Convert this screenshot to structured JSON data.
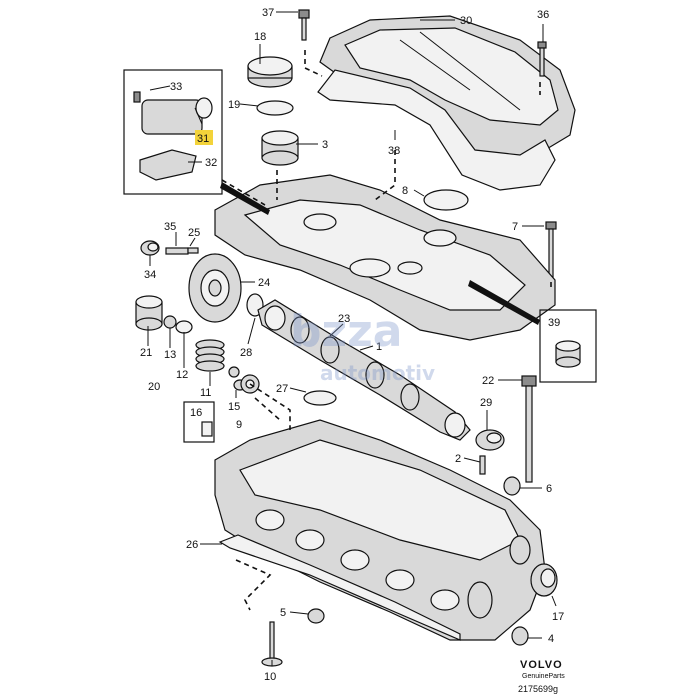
{
  "callouts": [
    "37",
    "30",
    "36",
    "18",
    "33",
    "19",
    "31",
    "3",
    "32",
    "38",
    "8",
    "7",
    "35",
    "25",
    "24",
    "34",
    "39",
    "23",
    "1",
    "21",
    "13",
    "28",
    "22",
    "12",
    "20",
    "11",
    "27",
    "15",
    "16",
    "9",
    "29",
    "2",
    "6",
    "26",
    "5",
    "17",
    "4",
    "10"
  ],
  "highlighted_callout": "31",
  "brand": {
    "name": "VOLVO",
    "tagline": "GenuineParts",
    "code": "2175699g"
  },
  "watermark": {
    "line1": "bzza",
    "line2": "automotiv"
  },
  "colors": {
    "highlight": "#f3d33a",
    "ink": "#111111",
    "part_fill": "#d9d9d9",
    "watermark": "#7b93c9"
  }
}
